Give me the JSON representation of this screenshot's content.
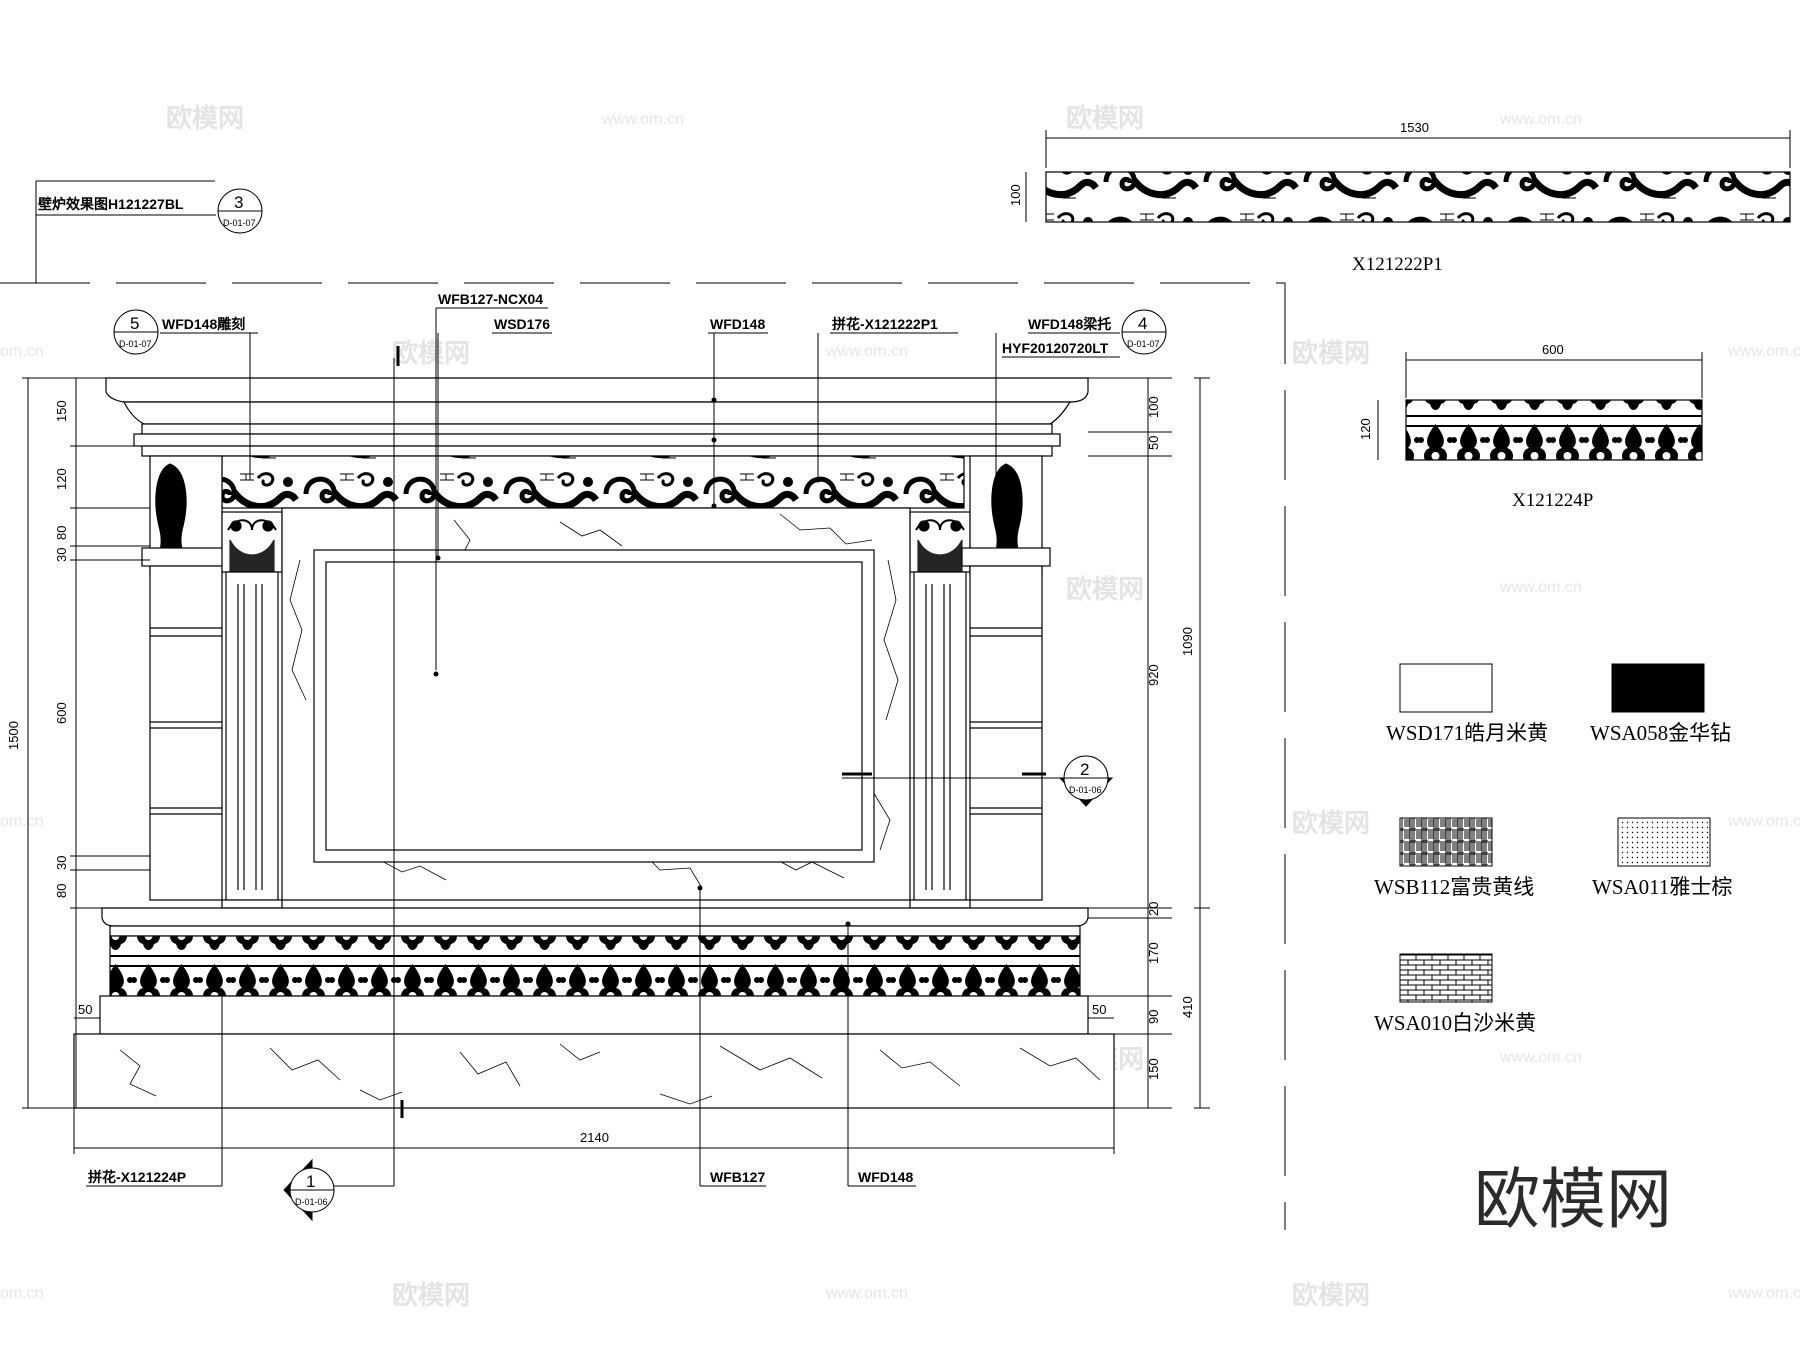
{
  "callouts": {
    "top_left_label": "壁炉效果图H121227BL",
    "c5": "WFD148雕刻",
    "c_wfb_ncx": "WFB127-NCX04",
    "c_wsd176": "WSD176",
    "c_wfd148": "WFD148",
    "c_pinhua_p1": "拼花-X121222P1",
    "c_wfd148_lt": "WFD148梁托",
    "c_hyf": "HYF20120720LT",
    "c_pinhua_p": "拼花-X121224P",
    "c_wfb127": "WFB127",
    "c_wfd148_b": "WFD148"
  },
  "section_marks": {
    "m3": {
      "num": "3",
      "ref": "D-01-07"
    },
    "m5": {
      "num": "5",
      "ref": "D-01-07"
    },
    "m4": {
      "num": "4",
      "ref": "D-01-07"
    },
    "m2": {
      "num": "2",
      "ref": "D-01-06"
    },
    "m1": {
      "num": "1",
      "ref": "D-01-06"
    }
  },
  "dims": {
    "width_total": "2140",
    "height_total": "1500",
    "left_150": "150",
    "left_120": "120",
    "left_80": "80",
    "left_30a": "30",
    "left_600": "600",
    "left_30b": "30",
    "left_80b": "80",
    "right_100": "100",
    "right_50": "50",
    "right_920": "920",
    "right_1090": "1090",
    "right_20": "20",
    "right_170": "170",
    "right_90": "90",
    "right_410": "410",
    "right_150": "150",
    "base_50_left": "50",
    "base_50_right": "50"
  },
  "details": {
    "p1": {
      "name": "X121222P1",
      "width": "1530",
      "height": "100"
    },
    "p2": {
      "name": "X121224P",
      "width": "600",
      "height": "120"
    }
  },
  "legend": [
    {
      "label": "WSD171皓月米黄",
      "pattern": "white"
    },
    {
      "label": "WSA058金华钻",
      "pattern": "black"
    },
    {
      "label": "WSB112富贵黄线",
      "pattern": "weave"
    },
    {
      "label": "WSA011雅士棕",
      "pattern": "dots"
    },
    {
      "label": "WSA010白沙米黄",
      "pattern": "brick"
    }
  ],
  "watermark": {
    "brand": "欧模网",
    "site": "www.om.cn",
    "site_short": "om.cn"
  },
  "logo": "欧模网",
  "colors": {
    "line": "#000000",
    "watermark": "#e4e4e4",
    "logo": "#2b2b2b"
  }
}
